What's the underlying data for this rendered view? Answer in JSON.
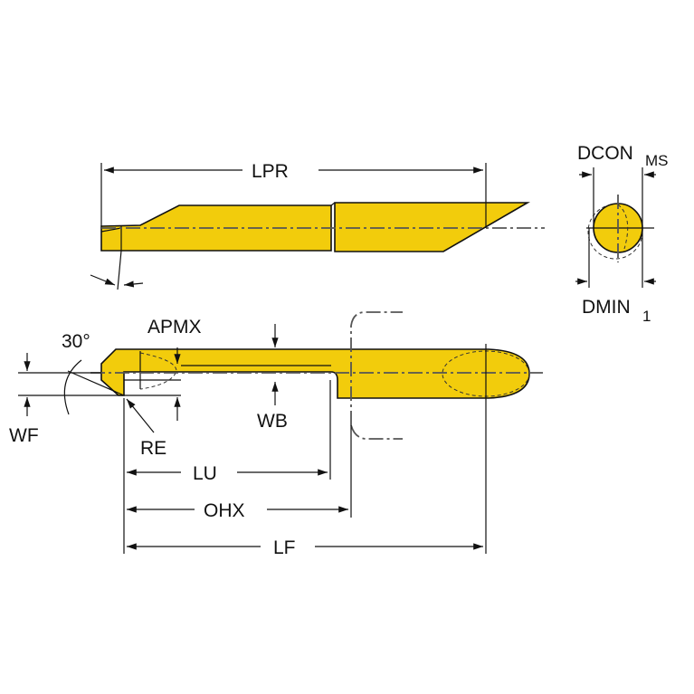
{
  "title": "Boring bar dimension drawing",
  "colors": {
    "tool": "#f2cc0c",
    "line": "#111111"
  },
  "labels": {
    "lpr": "LPR",
    "dcon": "DCON",
    "dcon_sub": "MS",
    "dmin": "DMIN",
    "dmin_sub": "1",
    "angle": "30°",
    "apmx": "APMX",
    "wf": "WF",
    "re": "RE",
    "wb": "WB",
    "lu": "LU",
    "ohx": "OHX",
    "lf": "LF"
  }
}
